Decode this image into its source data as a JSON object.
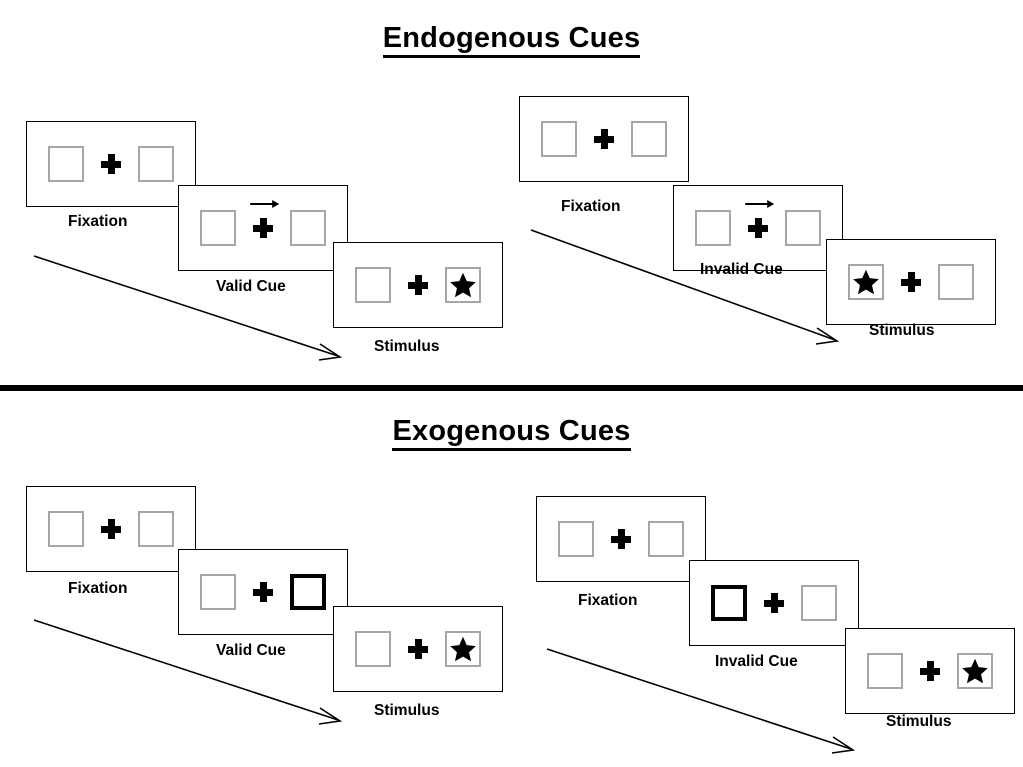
{
  "page": {
    "background": "#ffffff",
    "box_border_color": "#a6a6a6",
    "cue_border_color": "#000000",
    "text_color": "#000000"
  },
  "sections": [
    {
      "id": "endogenous",
      "title": "Endogenous Cues",
      "cue_type": "central-arrow",
      "sequences": [
        {
          "id": "endogenous-valid",
          "condition": "Valid",
          "frames": [
            {
              "label": "Fixation",
              "left_box": "empty",
              "right_box": "empty",
              "arrow_cue": false
            },
            {
              "label": "Valid Cue",
              "left_box": "empty",
              "right_box": "empty",
              "arrow_cue": true,
              "arrow_direction": "right"
            },
            {
              "label": "Stimulus",
              "left_box": "empty",
              "right_box": "star",
              "arrow_cue": false
            }
          ]
        },
        {
          "id": "endogenous-invalid",
          "condition": "Invalid",
          "frames": [
            {
              "label": "Fixation",
              "left_box": "empty",
              "right_box": "empty",
              "arrow_cue": false
            },
            {
              "label": "Invalid Cue",
              "left_box": "empty",
              "right_box": "empty",
              "arrow_cue": true,
              "arrow_direction": "right"
            },
            {
              "label": "Stimulus",
              "left_box": "star",
              "right_box": "empty",
              "arrow_cue": false
            }
          ]
        }
      ]
    },
    {
      "id": "exogenous",
      "title": "Exogenous Cues",
      "cue_type": "peripheral-flash",
      "sequences": [
        {
          "id": "exogenous-valid",
          "condition": "Valid",
          "frames": [
            {
              "label": "Fixation",
              "left_box": "empty",
              "right_box": "empty",
              "arrow_cue": false
            },
            {
              "label": "Valid Cue",
              "left_box": "empty",
              "right_box": "cued",
              "arrow_cue": false
            },
            {
              "label": "Stimulus",
              "left_box": "empty",
              "right_box": "star",
              "arrow_cue": false
            }
          ]
        },
        {
          "id": "exogenous-invalid",
          "condition": "Invalid",
          "frames": [
            {
              "label": "Fixation",
              "left_box": "empty",
              "right_box": "empty",
              "arrow_cue": false
            },
            {
              "label": "Invalid Cue",
              "left_box": "cued",
              "right_box": "empty",
              "arrow_cue": false
            },
            {
              "label": "Stimulus",
              "left_box": "empty",
              "right_box": "star",
              "arrow_cue": false
            }
          ]
        }
      ]
    }
  ],
  "labels": {
    "fixation": "Fixation",
    "valid_cue": "Valid Cue",
    "invalid_cue": "Invalid Cue",
    "stimulus": "Stimulus"
  }
}
